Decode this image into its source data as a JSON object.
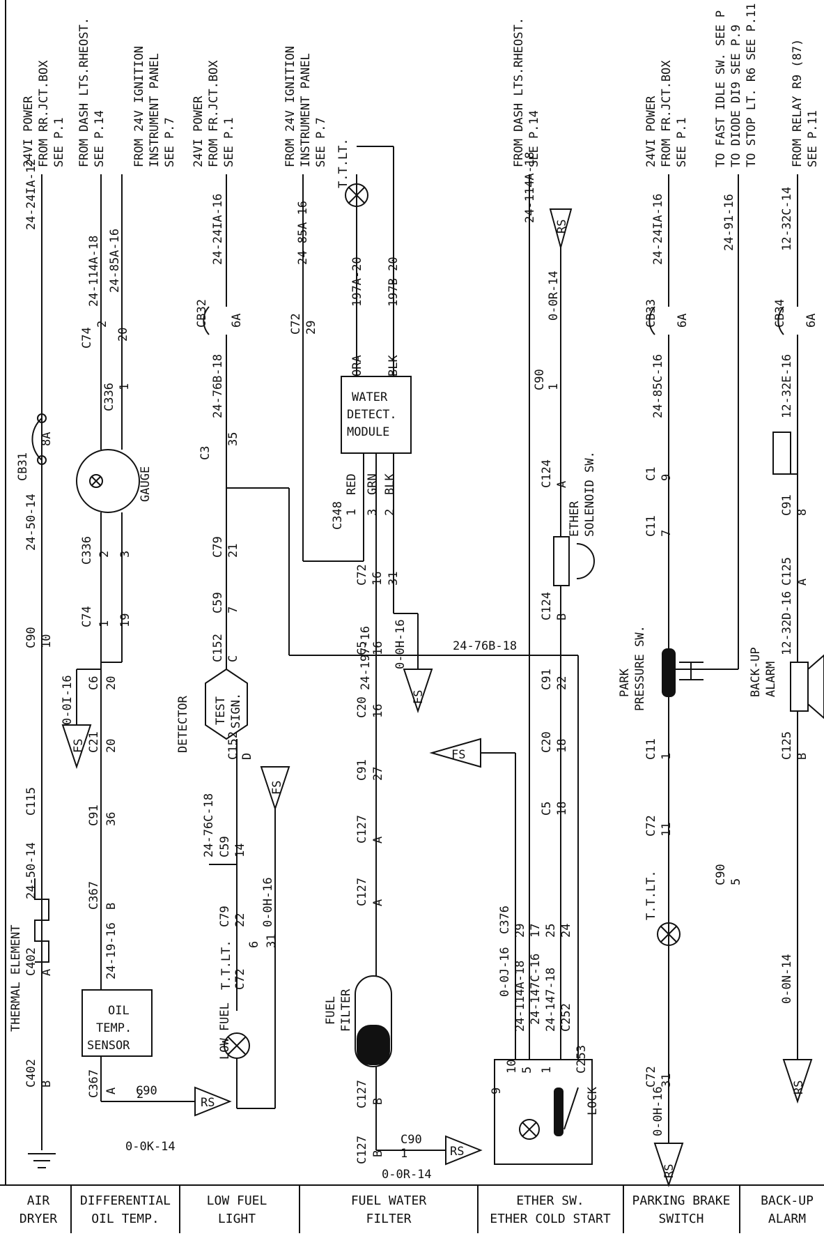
{
  "circuits": [
    {
      "title_line1": "AIR",
      "title_line2": "DRYER",
      "source_lines": [
        "24VI POWER",
        "FROM RR.JCT.BOX",
        "SEE P.1"
      ],
      "labels": [
        "24-24IA-12",
        "CB31",
        "8A",
        "24-50-14",
        "C90",
        "10",
        "C115",
        "24-50-14",
        "C402",
        "A",
        "THERMAL ELEMENT",
        "C402",
        "B"
      ]
    },
    {
      "title_line1": "DIFFERENTIAL",
      "title_line2": "OIL TEMP.",
      "source_lines": [
        "FROM DASH LTS.RHEOST.",
        "SEE P.14"
      ],
      "source2_lines": [
        "FROM 24V IGNITION",
        "INSTRUMENT PANEL",
        "SEE P.7"
      ],
      "labels": [
        "24-114A-18",
        "24-85A-16",
        "C74",
        "2",
        "20",
        "C336",
        "1",
        "GAUGE",
        "C336",
        "2",
        "3",
        "C74",
        "1",
        "19",
        "0-0I-16",
        "FS",
        "C6",
        "20",
        "C21",
        "20",
        "C91",
        "36",
        "C367",
        "B",
        "24-19-16",
        "OIL",
        "TEMP.",
        "SENSOR",
        "C367",
        "A",
        "C90",
        "2",
        "0-0K-14",
        "RS"
      ]
    },
    {
      "title_line1": "LOW FUEL",
      "title_line2": "LIGHT",
      "source_lines": [
        "24VI POWER",
        "FROM FR.JCT.BOX",
        "SEE P.1"
      ],
      "labels": [
        "24-24IA-16",
        "CB32",
        "6A",
        "C3",
        "24-76B-18",
        "35",
        "C79",
        "21",
        "C59",
        "7",
        "C152",
        "C",
        "DETECTOR",
        "TEST",
        "SIGN.",
        "C152",
        "D",
        "24-76C-18",
        "C59",
        "14",
        "C79",
        "22",
        "FS",
        "0-0H-16",
        "T.T.LT.",
        "C72",
        "6",
        "31",
        "LOW FUEL"
      ]
    },
    {
      "title_line1": "FUEL WATER",
      "title_line2": "FILTER",
      "source_lines": [
        "FROM 24V IGNITION",
        "INSTRUMENT PANEL",
        "SEE P.7"
      ],
      "labels": [
        "24-85A-16",
        "C72",
        "29",
        "T.T.LT.",
        "197A-20",
        "197B-20",
        "ORA",
        "BLK",
        "WATER",
        "DETECT.",
        "MODULE",
        "RED",
        "GRN",
        "BLK",
        "C348",
        "1",
        "3",
        "2",
        "C72",
        "16",
        "31",
        "0-0H-16",
        "FS",
        "C5",
        "24-197-16",
        "16",
        "C20",
        "16",
        "C91",
        "27",
        "C127",
        "A",
        "C127",
        "A",
        "FUEL",
        "FILTER",
        "C127",
        "B",
        "C127",
        "B",
        "C90",
        "1",
        "0-0R-14",
        "RS",
        "24-76B-18"
      ]
    },
    {
      "title_line1": "ETHER SW.",
      "title_line2": "ETHER COLD START",
      "source_lines": [
        "FROM DASH LTS.RHEOST.",
        "SEE P.14"
      ],
      "labels": [
        "24-114A-18",
        "RS",
        "0-0R-14",
        "C90",
        "1",
        "C124",
        "A",
        "ETHER",
        "SOLENOID SW.",
        "C124",
        "B",
        "C91",
        "22",
        "C20",
        "18",
        "C5",
        "18",
        "FS",
        "C376",
        "0-0J-16",
        "29",
        "24-114A-18",
        "17",
        "24-147C-16",
        "25",
        "24-147-18",
        "24",
        "C252",
        "9",
        "10",
        "5",
        "1",
        "C253",
        "LOCK"
      ]
    },
    {
      "title_line1": "PARKING BRAKE",
      "title_line2": "SWITCH",
      "source_lines": [
        "24VI POWER",
        "FROM FR.JCT.BOX",
        "SEE P.1"
      ],
      "source2_lines": [
        "TO FAST IDLE SW. SEE P",
        "TO DIODE DI9 SEE P.9",
        "TO STOP LT. R6 SEE P.11"
      ],
      "labels": [
        "24-24IA-16",
        "24-91-16",
        "CB33",
        "6A",
        "24-85C-16",
        "C1",
        "9",
        "C11",
        "7",
        "PARK",
        "PRESSURE SW.",
        "C11",
        "1",
        "C72",
        "11",
        "C90",
        "5",
        "T.T.LT.",
        "C72",
        "31",
        "0-0H-16",
        "RS"
      ]
    },
    {
      "title_line1": "BACK-UP",
      "title_line2": "ALARM",
      "source_lines": [
        "FROM RELAY R9 (87)",
        "SEE P.11"
      ],
      "labels": [
        "12-32C-14",
        "CB34",
        "6A",
        "12-32E-16",
        "C91",
        "8",
        "C125",
        "A",
        "12-32D-16",
        "BACK-UP",
        "ALARM",
        "C125",
        "B",
        "0-0N-14",
        "RS"
      ]
    }
  ]
}
